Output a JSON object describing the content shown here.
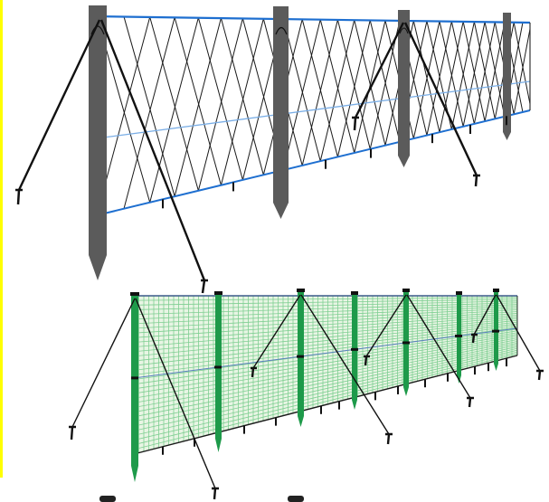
{
  "figure": {
    "panels": [
      {
        "name": "top-fence",
        "netting": "diamond-mesh",
        "post_count": 4,
        "colors": {
          "post": "#5b5b5b",
          "mesh": "#1a1a1a",
          "top_wire": "#1e6fd0",
          "bottom_wire": "#1e6fd0",
          "guy_wire": "#111111"
        }
      },
      {
        "name": "bottom-fence",
        "netting": "square-grid-mesh",
        "post_count": 7,
        "colors": {
          "post": "#1e9a4a",
          "mesh_fill": "#e8f5e4",
          "mesh_grid": "#7fcf92",
          "wire": "#1a1a1a",
          "guy_wire": "#111111"
        }
      }
    ],
    "accent": {
      "left_edge": "#ffff00"
    }
  }
}
